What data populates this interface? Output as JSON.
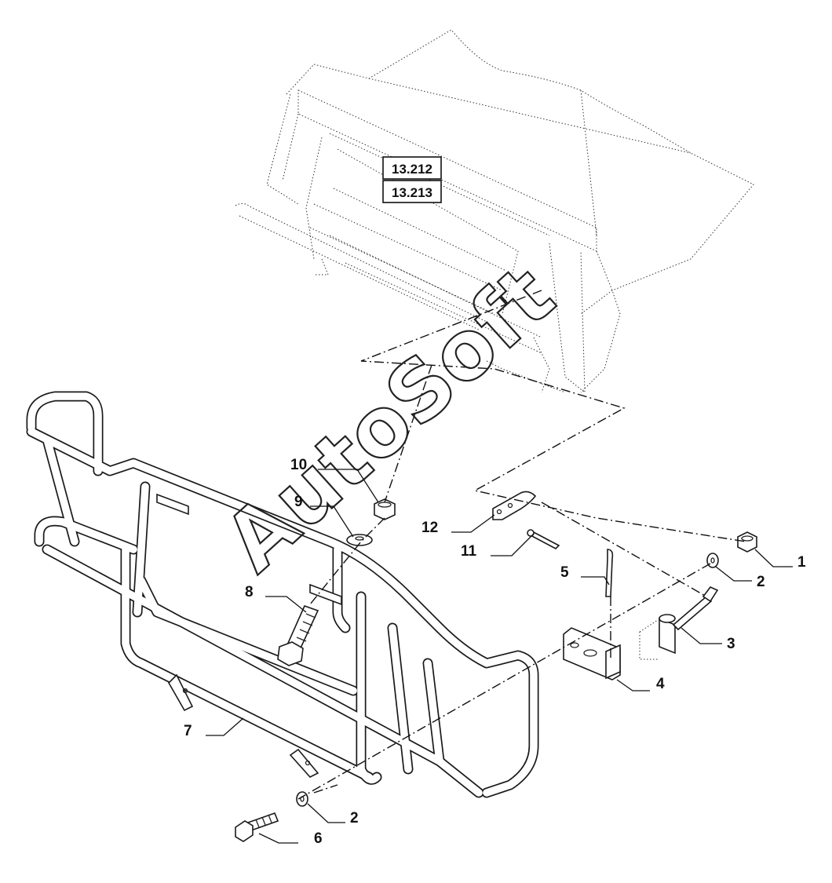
{
  "figure": {
    "callouts": [
      {
        "id": "callout-1",
        "label": "1"
      },
      {
        "id": "callout-2-upper",
        "label": "2"
      },
      {
        "id": "callout-3",
        "label": "3"
      },
      {
        "id": "callout-4",
        "label": "4"
      },
      {
        "id": "callout-5",
        "label": "5"
      },
      {
        "id": "callout-6",
        "label": "6"
      },
      {
        "id": "callout-2-lower",
        "label": "2"
      },
      {
        "id": "callout-7",
        "label": "7"
      },
      {
        "id": "callout-8",
        "label": "8"
      },
      {
        "id": "callout-9",
        "label": "9"
      },
      {
        "id": "callout-10",
        "label": "10"
      },
      {
        "id": "callout-11",
        "label": "11"
      },
      {
        "id": "callout-12",
        "label": "12"
      }
    ],
    "references": [
      "13.212",
      "13.213"
    ],
    "watermark": "AutoSoft"
  }
}
